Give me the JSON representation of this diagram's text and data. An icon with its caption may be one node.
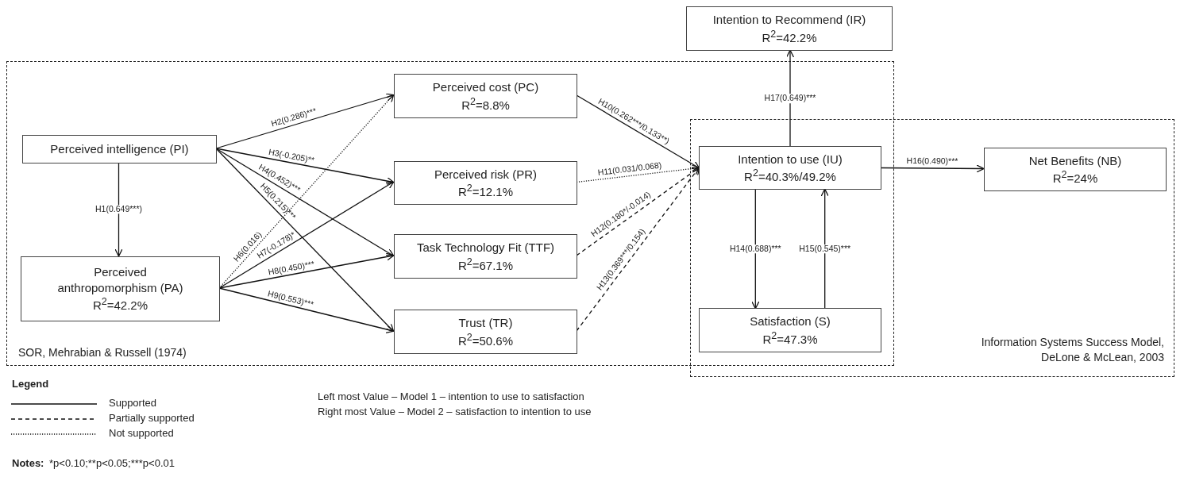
{
  "diagram": {
    "nodes": [
      {
        "text": [
          "SOR, Mehrabian & Russell (1974)"
        ]
      },
      {
        "text": [
          "Information Systems Success Model, DeLone & McLean, 2003"
        ]
      },
      {
        "text": [
          "Perceived intelligence (PI)"
        ],
        "in": 0
      },
      {
        "text": [
          "Perceived anthropomorphism (PA)",
          "R$^{2}$=42.2%"
        ],
        "in": 0
      },
      {
        "text": [
          "Perceived cost (PC)",
          "R$^{2}$=8.8%"
        ],
        "in": 0
      },
      {
        "text": [
          "Perceived risk (PR)",
          "R$^{2}$=12.1%"
        ],
        "in": 0
      },
      {
        "text": [
          "Task Technology Fit (TTF)",
          "R$^{2}$=67.1%"
        ],
        "in": 0
      },
      {
        "text": [
          "Trust (TR)",
          "R$^{2}$=50.6%"
        ],
        "in": 0
      },
      {
        "text": [
          "Intention to Recommend (IR)",
          "R$^{2}$=42.2%"
        ]
      },
      {
        "text": [
          "Intention to use (IU)",
          "R$^{2}$=40.3%/49.2%"
        ]
      },
      {
        "text": [
          "Satisfaction (S)",
          "R$^{2}$=47.3%"
        ]
      },
      {
        "text": [
          "Net Benefits (NB)",
          "R$^{2}$=24%"
        ],
        "in": 1
      }
    ],
    "edges": [
      {
        "from": 2,
        "to": 3,
        "arrow": "to",
        "label": "H1(0.649***)"
      },
      {
        "from": 2,
        "to": 4,
        "arrow": "to",
        "label": "H2(0.286)***"
      },
      {
        "from": 2,
        "to": 5,
        "arrow": "to",
        "label": "H3(-0.205)**"
      },
      {
        "from": 2,
        "to": 6,
        "arrow": "to",
        "label": "H4(0.452)***"
      },
      {
        "from": 2,
        "to": 7,
        "arrow": "to",
        "label": "H5(0.215)***"
      },
      {
        "from": 3,
        "to": 4,
        "arrow": "to",
        "label": "H6(0.016)",
        "style": "dashed"
      },
      {
        "from": 3,
        "to": 5,
        "arrow": "to",
        "label": "H7(-0.178)*"
      },
      {
        "from": 3,
        "to": 6,
        "arrow": "to",
        "label": "H8(0.450)***"
      },
      {
        "from": 3,
        "to": 7,
        "arrow": "to",
        "label": "H9(0.553)***"
      },
      {
        "from": 4,
        "to": 9,
        "arrow": "to",
        "label": "H10(0.262***/0.133**)"
      },
      {
        "from": 5,
        "to": 9,
        "arrow": "to",
        "label": "H11(0.031/0.068)",
        "style": "dashed"
      },
      {
        "from": 6,
        "to": 9,
        "arrow": "to",
        "label": "H12(0.180*/-0.014)",
        "style": "dashed"
      },
      {
        "from": 7,
        "to": 9,
        "arrow": "to",
        "label": "H13(0.369***/0.154)",
        "style": "dashed"
      },
      {
        "from": 9,
        "to": 10,
        "arrow": "to",
        "label": "H14(0.688)***"
      },
      {
        "from": 10,
        "to": 9,
        "arrow": "to",
        "label": "H15(0.545)***"
      },
      {
        "from": 9,
        "to": 11,
        "arrow": "to",
        "label": "H16(0.490)***"
      },
      {
        "from": 9,
        "to": 8,
        "arrow": "to",
        "label": "H17(0.649)***"
      }
    ],
    "labels": [
      "Legend",
      "Left most Value – Model 1 – intention to use to satisfaction",
      "Right most Value – Model 2 – satisfaction to intention to use",
      "Notes:",
      "*p<0.10;**p<0.05;***p<0.01"
    ],
    "legend": [
      {
        "text": "Supported"
      },
      {
        "text": "Partially supported"
      },
      {
        "text": "Not supported"
      }
    ]
  }
}
